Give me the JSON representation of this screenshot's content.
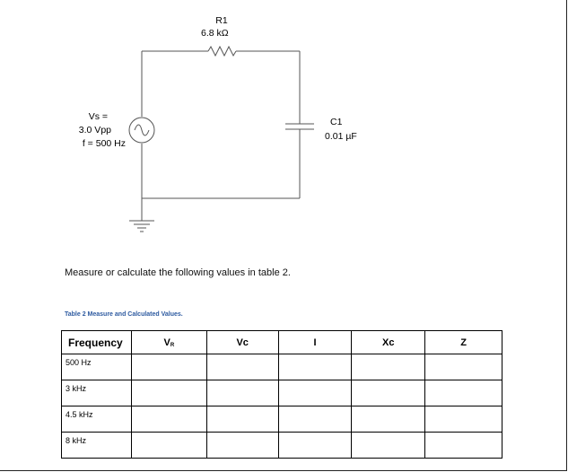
{
  "resistor": {
    "name": "R1",
    "value": "6.8 kΩ"
  },
  "capacitor": {
    "name": "C1",
    "value": "0.01 µF"
  },
  "source": {
    "line1": "Vs =",
    "line2": "3.0 Vpp",
    "line3": "f = 500 Hz"
  },
  "instruction": "Measure or calculate the following values in table 2.",
  "table_caption": "Table 2 Measure and Calculated Values.",
  "table": {
    "headers": [
      "Frequency",
      "V",
      "Vc",
      "I",
      "Xc",
      "Z"
    ],
    "header_subscripts": {
      "v_r": "R"
    },
    "rows": [
      [
        "500 Hz",
        "",
        "",
        "",
        "",
        ""
      ],
      [
        "3 kHz",
        "",
        "",
        "",
        "",
        ""
      ],
      [
        "4.5 kHz",
        "",
        "",
        "",
        "",
        ""
      ],
      [
        "8 kHz",
        "",
        "",
        "",
        "",
        ""
      ]
    ]
  }
}
